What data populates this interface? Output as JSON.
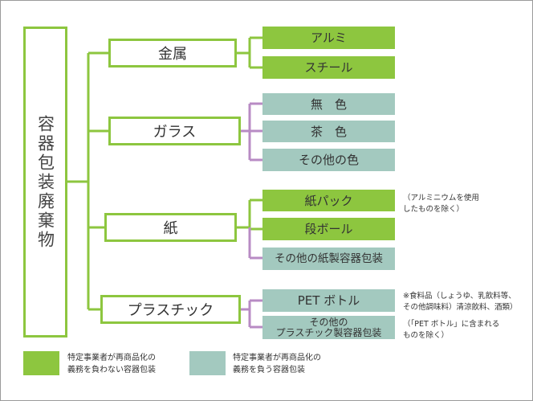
{
  "root": {
    "label": "容器包装廃棄物"
  },
  "categories": [
    {
      "label": "金属"
    },
    {
      "label": "ガラス"
    },
    {
      "label": "紙"
    },
    {
      "label": "プラスチック"
    }
  ],
  "leaves": {
    "aluminum": "アルミ",
    "steel": "スチール",
    "colorless": "無　色",
    "brown": "茶　色",
    "other_color": "その他の色",
    "paper_pack": "紙パック",
    "cardboard": "段ボール",
    "other_paper": "その他の紙製容器包装",
    "pet_bottle": "PET ボトル",
    "other_plastic": "その他の\nプラスチック製容器包装"
  },
  "notes": {
    "paper_pack_note": "（アルミニウムを使用\nしたものを除く）",
    "pet_note": "※食料品（しょうゆ、乳飲料等、\nその他調味料）清涼飲料、酒類）",
    "other_plastic_note": "（「PET ボトル」に含まれる\nものを除く）"
  },
  "legend": [
    {
      "text": "特定事業者が再商品化の\n義務を負わない容器包装",
      "color": "#8dc63f"
    },
    {
      "text": "特定事業者が再商品化の\n義務を負う容器包装",
      "color": "#a3c9bf"
    }
  ],
  "colors": {
    "green": "#8dc63f",
    "teal": "#a3c9bf",
    "purple": "#b88bc4"
  }
}
